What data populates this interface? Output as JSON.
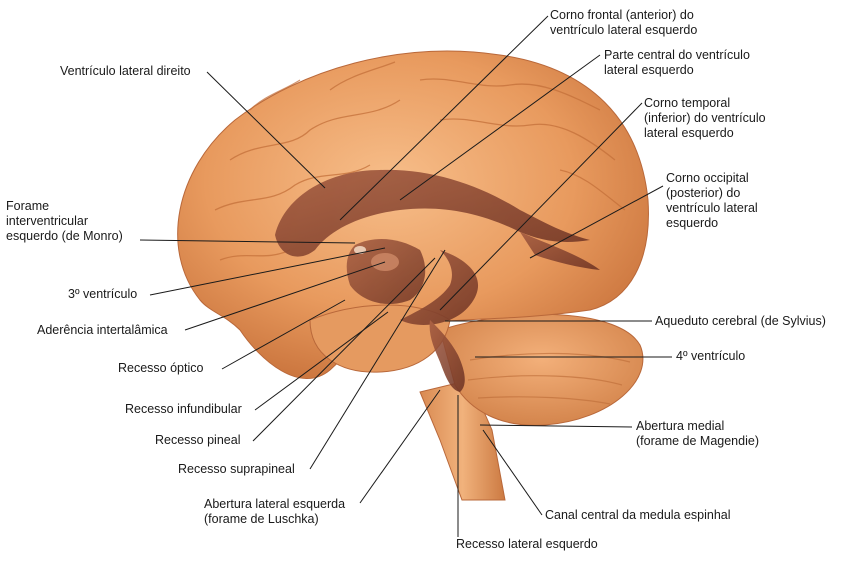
{
  "labels": {
    "corno_frontal": "Corno frontal (anterior) do\nventrículo lateral esquerdo",
    "parte_central": "Parte central do ventrículo\nlateral esquerdo",
    "corno_temporal": "Corno temporal\n(inferior) do ventrículo\nlateral esquerdo",
    "corno_occipital": "Corno occipital\n(posterior) do\nventrículo lateral\nesquerdo",
    "ventriculo_lateral_direito": "Ventrículo lateral direito",
    "forame_interventricular": "Forame\ninterventricular\nesquerdo (de Monro)",
    "terceiro_ventriculo": "3º ventrículo",
    "aderencia_intertalamica": "Aderência intertalâmica",
    "recesso_optico": "Recesso óptico",
    "recesso_infundibular": "Recesso infundibular",
    "recesso_pineal": "Recesso pineal",
    "recesso_suprapineal": "Recesso suprapineal",
    "abertura_lateral": "Abertura lateral esquerda\n(forame de Luschka)",
    "recesso_lateral": "Recesso lateral esquerdo",
    "canal_central": "Canal central da medula espinhal",
    "abertura_medial": "Abertura medial\n(forame de Magendie)",
    "quarto_ventriculo": "4º ventrículo",
    "aqueduto_cerebral": "Aqueduto cerebral (de Sylvius)"
  },
  "colors": {
    "brain": "#e89a5e",
    "brain_dark": "#c4703a",
    "ventricle": "#8b4a36",
    "leader_line": "#1a1a1a"
  }
}
